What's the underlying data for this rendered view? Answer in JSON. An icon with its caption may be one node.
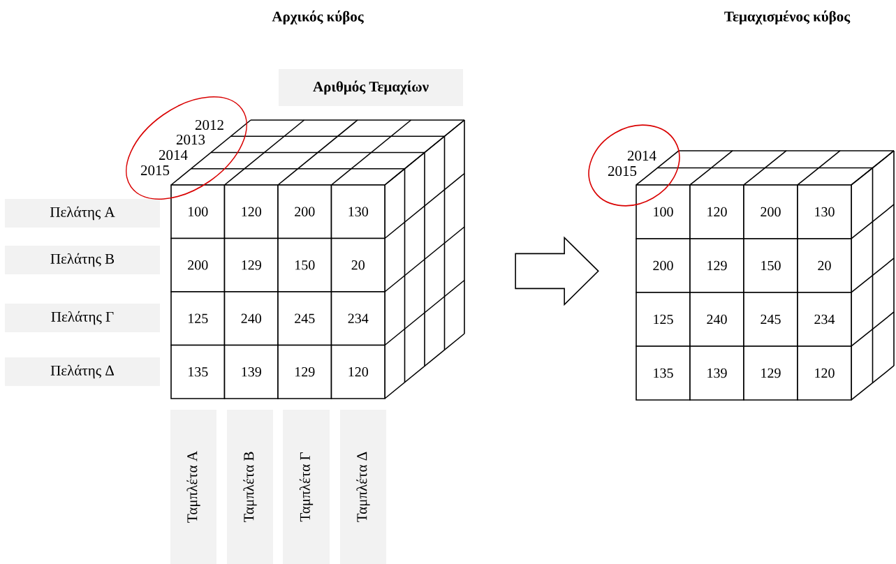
{
  "diagram": {
    "nodes": [
      {
        "text": [
          "Αριθμός Τεμαχίων"
        ]
      },
      {
        "text": [],
        "shape": "cube"
      },
      {
        "text": [
          "100"
        ],
        "in": 1
      },
      {
        "text": [
          "120"
        ],
        "in": 1
      },
      {
        "text": [
          "200"
        ],
        "in": 1
      },
      {
        "text": [
          "130"
        ],
        "in": 1
      },
      {
        "text": [
          "200"
        ],
        "in": 1
      },
      {
        "text": [
          "129"
        ],
        "in": 1
      },
      {
        "text": [
          "150"
        ],
        "in": 1
      },
      {
        "text": [
          "20"
        ],
        "in": 1
      },
      {
        "text": [
          "125"
        ],
        "in": 1
      },
      {
        "text": [
          "240"
        ],
        "in": 1
      },
      {
        "text": [
          "245"
        ],
        "in": 1
      },
      {
        "text": [
          "234"
        ],
        "in": 1
      },
      {
        "text": [
          "135"
        ],
        "in": 1
      },
      {
        "text": [
          "139"
        ],
        "in": 1
      },
      {
        "text": [
          "129"
        ],
        "in": 1
      },
      {
        "text": [
          "120"
        ],
        "in": 1
      },
      {
        "text": [],
        "shape": "cube"
      },
      {
        "text": [
          "100"
        ],
        "in": 18
      },
      {
        "text": [
          "120"
        ],
        "in": 18
      },
      {
        "text": [
          "200"
        ],
        "in": 18
      },
      {
        "text": [
          "130"
        ],
        "in": 18
      },
      {
        "text": [
          "200"
        ],
        "in": 18
      },
      {
        "text": [
          "129"
        ],
        "in": 18
      },
      {
        "text": [
          "150"
        ],
        "in": 18
      },
      {
        "text": [
          "20"
        ],
        "in": 18
      },
      {
        "text": [
          "125"
        ],
        "in": 18
      },
      {
        "text": [
          "240"
        ],
        "in": 18
      },
      {
        "text": [
          "245"
        ],
        "in": 18
      },
      {
        "text": [
          "234"
        ],
        "in": 18
      },
      {
        "text": [
          "135"
        ],
        "in": 18
      },
      {
        "text": [
          "139"
        ],
        "in": 18
      },
      {
        "text": [
          "129"
        ],
        "in": 18
      },
      {
        "text": [
          "120"
        ],
        "in": 18
      },
      {
        "text": [
          "Πελάτης Α"
        ]
      },
      {
        "text": [
          "Πελάτης Β"
        ]
      },
      {
        "text": [
          "Πελάτης Γ"
        ]
      },
      {
        "text": [
          "Πελάτης Δ"
        ]
      },
      {
        "text": [
          "Ταμπλέτα Α"
        ]
      },
      {
        "text": [
          "Ταμπλέτα Β"
        ]
      },
      {
        "text": [
          "Ταμπλέτα Γ"
        ]
      },
      {
        "text": [
          "Ταμπλέτα Δ"
        ]
      }
    ],
    "edges": [
      {
        "from": 1,
        "to": 18,
        "arrow": "to"
      }
    ],
    "labels": [
      "Αρχικός κύβος",
      "Τεμαχισμένος κύβος",
      "2012",
      "2013",
      "2014",
      "2015",
      "2014",
      "2015"
    ]
  }
}
